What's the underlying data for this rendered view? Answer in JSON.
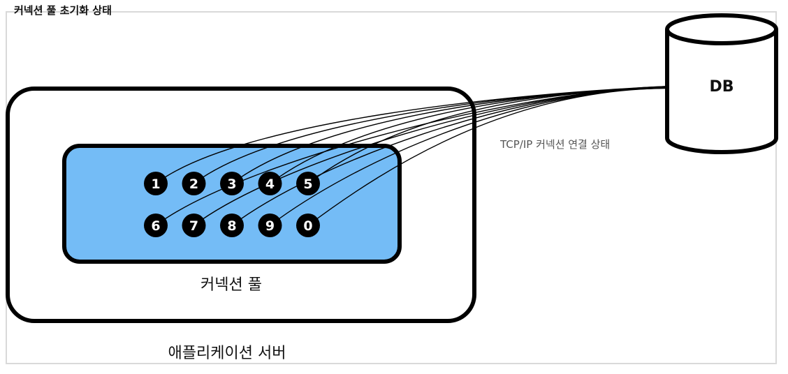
{
  "diagram": {
    "top_caption": "커넥션 풀 초기화 상태",
    "server_label": "애플리케이션 서버",
    "pool_label": "커넥션 풀",
    "link_label": "TCP/IP 커넥션 연결 상태",
    "db_label": "DB",
    "connections": [
      "1",
      "2",
      "3",
      "4",
      "5",
      "6",
      "7",
      "8",
      "9",
      "0"
    ]
  },
  "colors": {
    "pool_fill": "#74bcf6",
    "outline": "#000000",
    "connection_fill": "#000000",
    "frame": "#d9d9d9"
  }
}
